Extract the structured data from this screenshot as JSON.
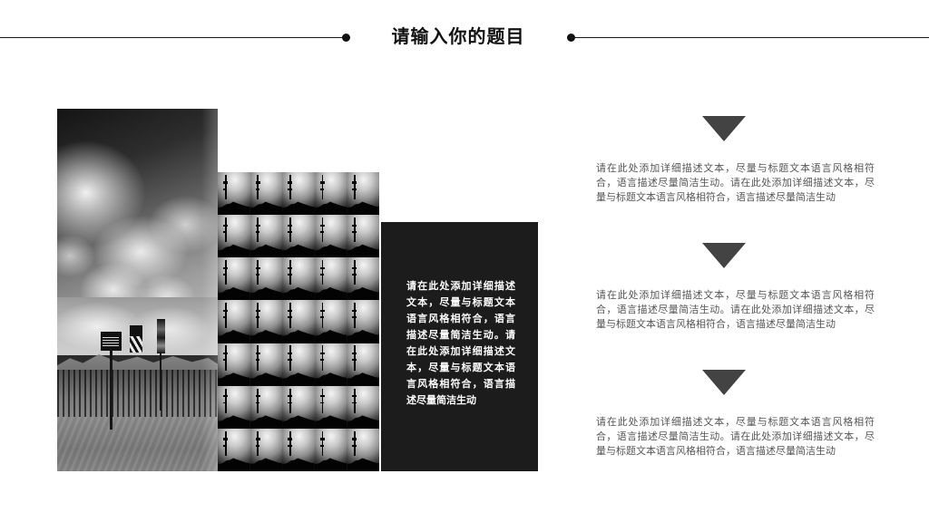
{
  "slide": {
    "title": "请输入你的题目",
    "background_color": "#ffffff",
    "accent_color": "#111111"
  },
  "header": {
    "title": "请输入你的题目",
    "rule_color": "#1a1a1a",
    "dot_color": "#111111"
  },
  "gallery": {
    "main_photo_alt": "黑白沙漠公路风景照片，天空布满云朵，远处有山脉与路牌",
    "tiled_photo_alt": "重复排列的剪影缩略图网格，电线杆与建筑轮廓逆光剪影"
  },
  "dark_panel": {
    "text": "请在此处添加详细描述文本，尽量与标题文本语言风格相符合，语言描述尽量简洁生动。请在此处添加详细描述文本，尽量与标题文本语言风格相符合，语言描述尽量简洁生动",
    "background_color": "#1c1c1c",
    "text_color": "#ffffff"
  },
  "bullets": {
    "marker_icon": "triangle-down-icon",
    "marker_color": "#434343",
    "text_color": "#565656",
    "items": [
      {
        "text": "请在此处添加详细描述文本，尽量与标题文本语言风格相符合，语言描述尽量简洁生动。请在此处添加详细描述文本，尽量与标题文本语言风格相符合，语言描述尽量简洁生动"
      },
      {
        "text": "请在此处添加详细描述文本，尽量与标题文本语言风格相符合，语言描述尽量简洁生动。请在此处添加详细描述文本，尽量与标题文本语言风格相符合，语言描述尽量简洁生动"
      },
      {
        "text": "请在此处添加详细描述文本，尽量与标题文本语言风格相符合，语言描述尽量简洁生动。请在此处添加详细描述文本，尽量与标题文本语言风格相符合，语言描述尽量简洁生动"
      }
    ]
  }
}
